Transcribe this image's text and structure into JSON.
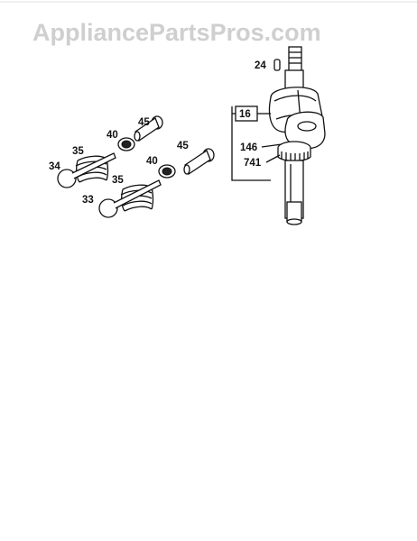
{
  "watermark": "AppliancePartsPros.com",
  "callouts": {
    "c24": "24",
    "c16": "16",
    "c146": "146",
    "c741": "741",
    "c45a": "45",
    "c40a": "40",
    "c45b": "45",
    "c40b": "40",
    "c35a": "35",
    "c34": "34",
    "c35b": "35",
    "c33": "33"
  }
}
